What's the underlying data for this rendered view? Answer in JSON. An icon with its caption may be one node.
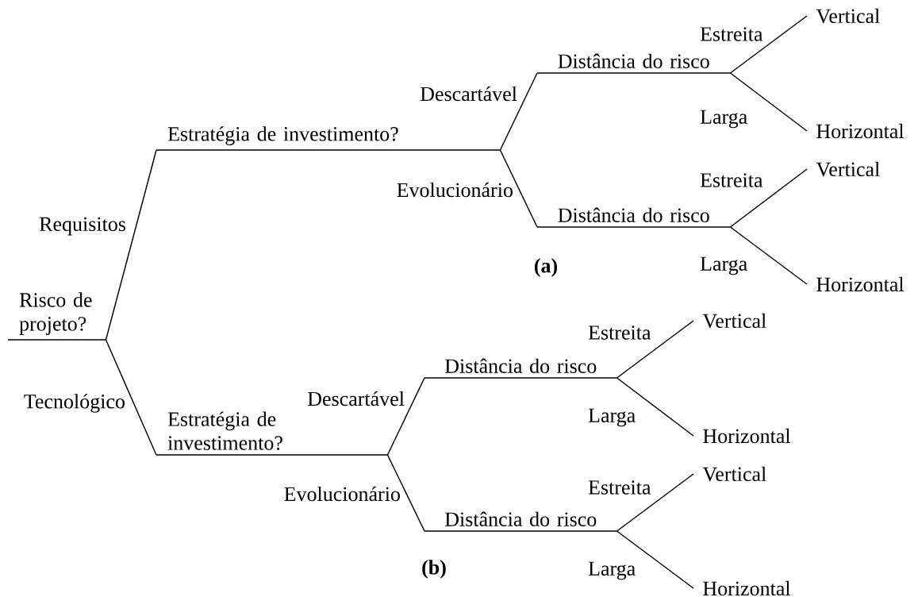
{
  "diagram": {
    "nodes": [
      {
        "text": [
          "Risco de projeto?"
        ]
      },
      {
        "text": [
          "Estratégia de investimento?"
        ]
      },
      {
        "text": [
          "Distância do risco"
        ]
      },
      {
        "text": [
          "Vertical"
        ]
      },
      {
        "text": [
          "Horizontal"
        ]
      },
      {
        "text": [
          "Distância do risco"
        ]
      },
      {
        "text": [
          "Vertical"
        ]
      },
      {
        "text": [
          "Horizontal"
        ]
      },
      {
        "text": [
          "Estratégia de investimento?"
        ]
      },
      {
        "text": [
          "Distância do risco"
        ]
      },
      {
        "text": [
          "Vertical"
        ]
      },
      {
        "text": [
          "Horizontal"
        ]
      },
      {
        "text": [
          "Distância do risco"
        ]
      },
      {
        "text": [
          "Vertical"
        ]
      },
      {
        "text": [
          "Horizontal"
        ]
      }
    ],
    "edges": [
      {
        "from": 0,
        "to": 1,
        "arrow": "none",
        "label": "Requisitos"
      },
      {
        "from": 1,
        "to": 2,
        "arrow": "none",
        "label": "Descartável"
      },
      {
        "from": 2,
        "to": 3,
        "arrow": "none",
        "label": "Estreita"
      },
      {
        "from": 2,
        "to": 4,
        "arrow": "none",
        "label": "Larga"
      },
      {
        "from": 1,
        "to": 5,
        "arrow": "none",
        "label": "Evolucionário"
      },
      {
        "from": 5,
        "to": 6,
        "arrow": "none",
        "label": "Estreita"
      },
      {
        "from": 5,
        "to": 7,
        "arrow": "none",
        "label": "Larga"
      },
      {
        "from": 0,
        "to": 8,
        "arrow": "none",
        "label": "Tecnológico"
      },
      {
        "from": 8,
        "to": 9,
        "arrow": "none",
        "label": "Descartável"
      },
      {
        "from": 9,
        "to": 10,
        "arrow": "none",
        "label": "Estreita"
      },
      {
        "from": 9,
        "to": 11,
        "arrow": "none",
        "label": "Larga"
      },
      {
        "from": 8,
        "to": 12,
        "arrow": "none",
        "label": "Evolucionário"
      },
      {
        "from": 12,
        "to": 13,
        "arrow": "none",
        "label": "Estreita"
      },
      {
        "from": 12,
        "to": 14,
        "arrow": "none",
        "label": "Larga"
      }
    ],
    "labels": [
      "(a)",
      "(b)"
    ]
  }
}
